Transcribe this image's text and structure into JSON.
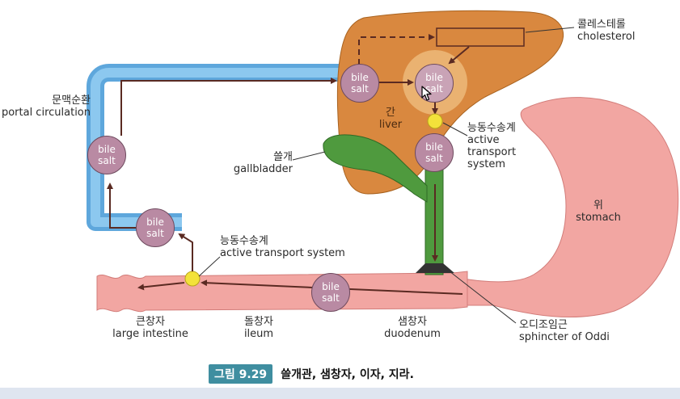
{
  "labels": {
    "cholesterol_ko": "콜레스테롤",
    "cholesterol_en": "cholesterol",
    "portal_ko": "문맥순환",
    "portal_en": "portal circulation",
    "liver_ko": "간",
    "liver_en": "liver",
    "gallbladder_ko": "쓸개",
    "gallbladder_en": "gallbladder",
    "transport_top_ko": "능동수송계",
    "transport_top_en1": "active",
    "transport_top_en2": "transport",
    "transport_top_en3": "system",
    "transport_low_ko": "능동수송계",
    "transport_low_en": "active transport system",
    "stomach_ko": "위",
    "stomach_en": "stomach",
    "large_ko": "큰창자",
    "large_en": "large intestine",
    "ileum_ko": "돌창자",
    "ileum_en": "ileum",
    "duodenum_ko": "샘창자",
    "duodenum_en": "duodenum",
    "oddi_ko": "오디조임근",
    "oddi_en": "sphincter of Oddi"
  },
  "bile_salt": {
    "line1": "bile",
    "line2": "salt"
  },
  "caption": {
    "figure": "그림 9.29",
    "title": "쓸개관, 샘창자, 이자, 지라."
  },
  "colors": {
    "liver": "#d9883f",
    "portal_vein": "#6fb4e6",
    "gallbladder": "#4f9a3e",
    "intestine": "#f2a6a2",
    "bile_salt": "#b98aa3",
    "transport": "#f3e23a",
    "arrow": "#5a2a22"
  }
}
